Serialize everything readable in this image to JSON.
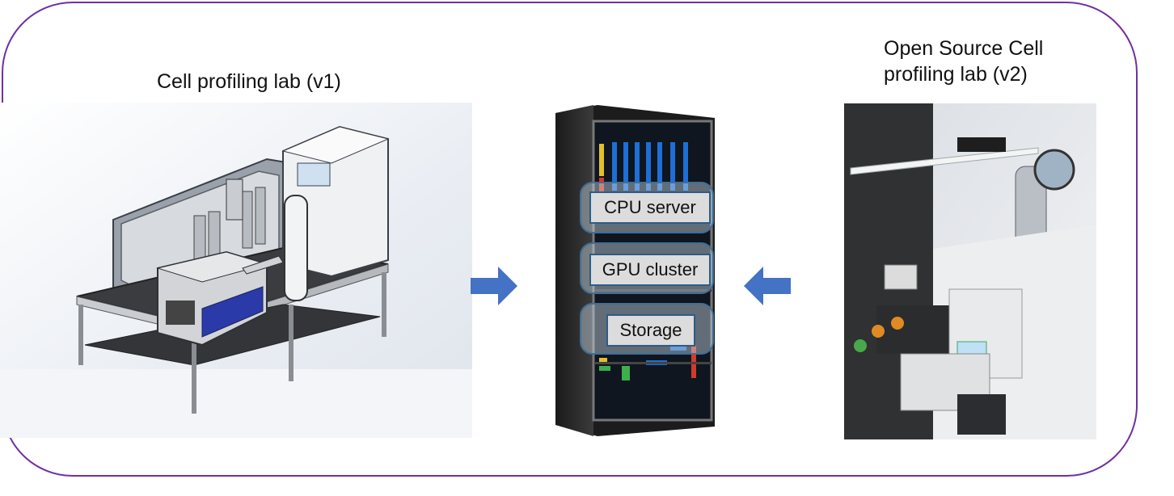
{
  "left_title": "Cell profiling lab (v1)",
  "right_title_line1": "Open Source Cell",
  "right_title_line2": "profiling lab (v2)",
  "infrastructure_tiers": [
    {
      "label": "CPU server"
    },
    {
      "label": "GPU cluster"
    },
    {
      "label": "Storage"
    }
  ],
  "colors": {
    "frame_border": "#7030a0",
    "arrow_fill": "#4472c4",
    "tier_border": "#3f6f95"
  },
  "icons": [
    "lab-automation-render",
    "server-rack-image",
    "robotic-lab-photo",
    "arrow-right-icon",
    "arrow-left-icon"
  ]
}
